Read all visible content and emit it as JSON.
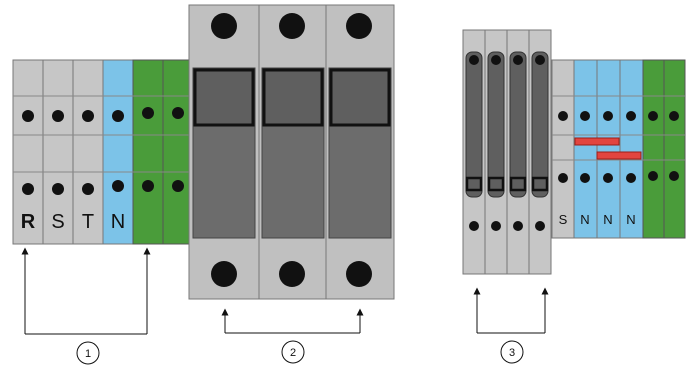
{
  "group1": {
    "labels": [
      "R",
      "S",
      "T",
      "N"
    ],
    "colors": {
      "grey": "#c6c6c6",
      "blue": "#7cc3e8",
      "green": "#4a9c3a"
    },
    "callout": "1"
  },
  "group2": {
    "callout": "2",
    "colors": {
      "body": "#c0c0c0",
      "window": "#5f5f5f",
      "lower": "#6c6c6c"
    }
  },
  "group3": {
    "callout": "3",
    "labels": [
      "S",
      "N",
      "N",
      "N"
    ],
    "colors": {
      "grey": "#c6c6c6",
      "blue": "#7cc3e8",
      "green": "#4a9c3a",
      "bridge": "#e2453f",
      "fuse": "#5f5f5f"
    }
  }
}
